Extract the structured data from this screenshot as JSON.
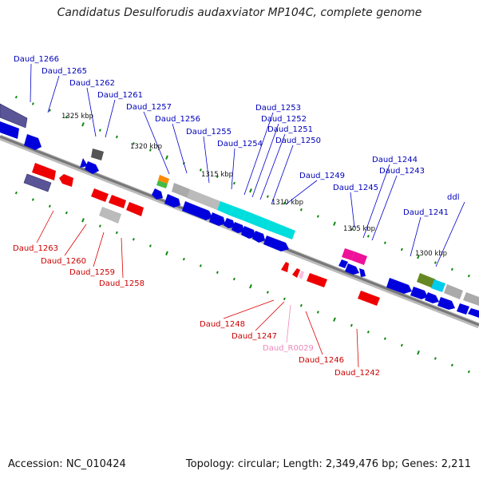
{
  "title": "Candidatus Desulforudis audaxviator MP104C, complete genome",
  "footer": {
    "accession": "Accession: NC_010424",
    "summary": "Topology: circular; Length: 2,349,476 bp; Genes: 2,211"
  },
  "colors": {
    "backbone": "#888888",
    "forward_gene": "#0000dd",
    "reverse_gene": "#ee0000",
    "forward_label": "#0000bb",
    "reverse_label": "#cc0000",
    "rna_label": "#ee88bb",
    "tick": "#118811"
  },
  "position_labels": [
    "1325 kbp",
    "1320 kbp",
    "1315 kbp",
    "1310 kbp",
    "1305 kbp",
    "1300 kbp"
  ],
  "forward_labels": [
    "Daud_1266",
    "Daud_1265",
    "Daud_1262",
    "Daud_1261",
    "Daud_1257",
    "Daud_1256",
    "Daud_1255",
    "Daud_1254",
    "Daud_1253",
    "Daud_1252",
    "Daud_1251",
    "Daud_1250",
    "Daud_1249",
    "Daud_1245",
    "Daud_1244",
    "Daud_1243",
    "Daud_1241",
    "ddl"
  ],
  "reverse_labels": [
    "Daud_1263",
    "Daud_1260",
    "Daud_1259",
    "Daud_1258",
    "Daud_1248",
    "Daud_1247",
    "Daud_R0029",
    "Daud_1246",
    "Daud_1242"
  ]
}
